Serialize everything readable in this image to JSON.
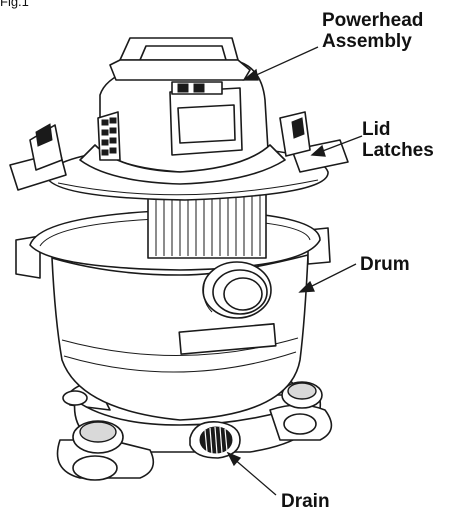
{
  "figure": {
    "label": "Fig.1",
    "callouts": {
      "powerhead": [
        "Powerhead",
        "Assembly"
      ],
      "lid_latches": [
        "Lid",
        "Latches"
      ],
      "drum": [
        "Drum"
      ],
      "drain": [
        "Drain"
      ]
    }
  }
}
